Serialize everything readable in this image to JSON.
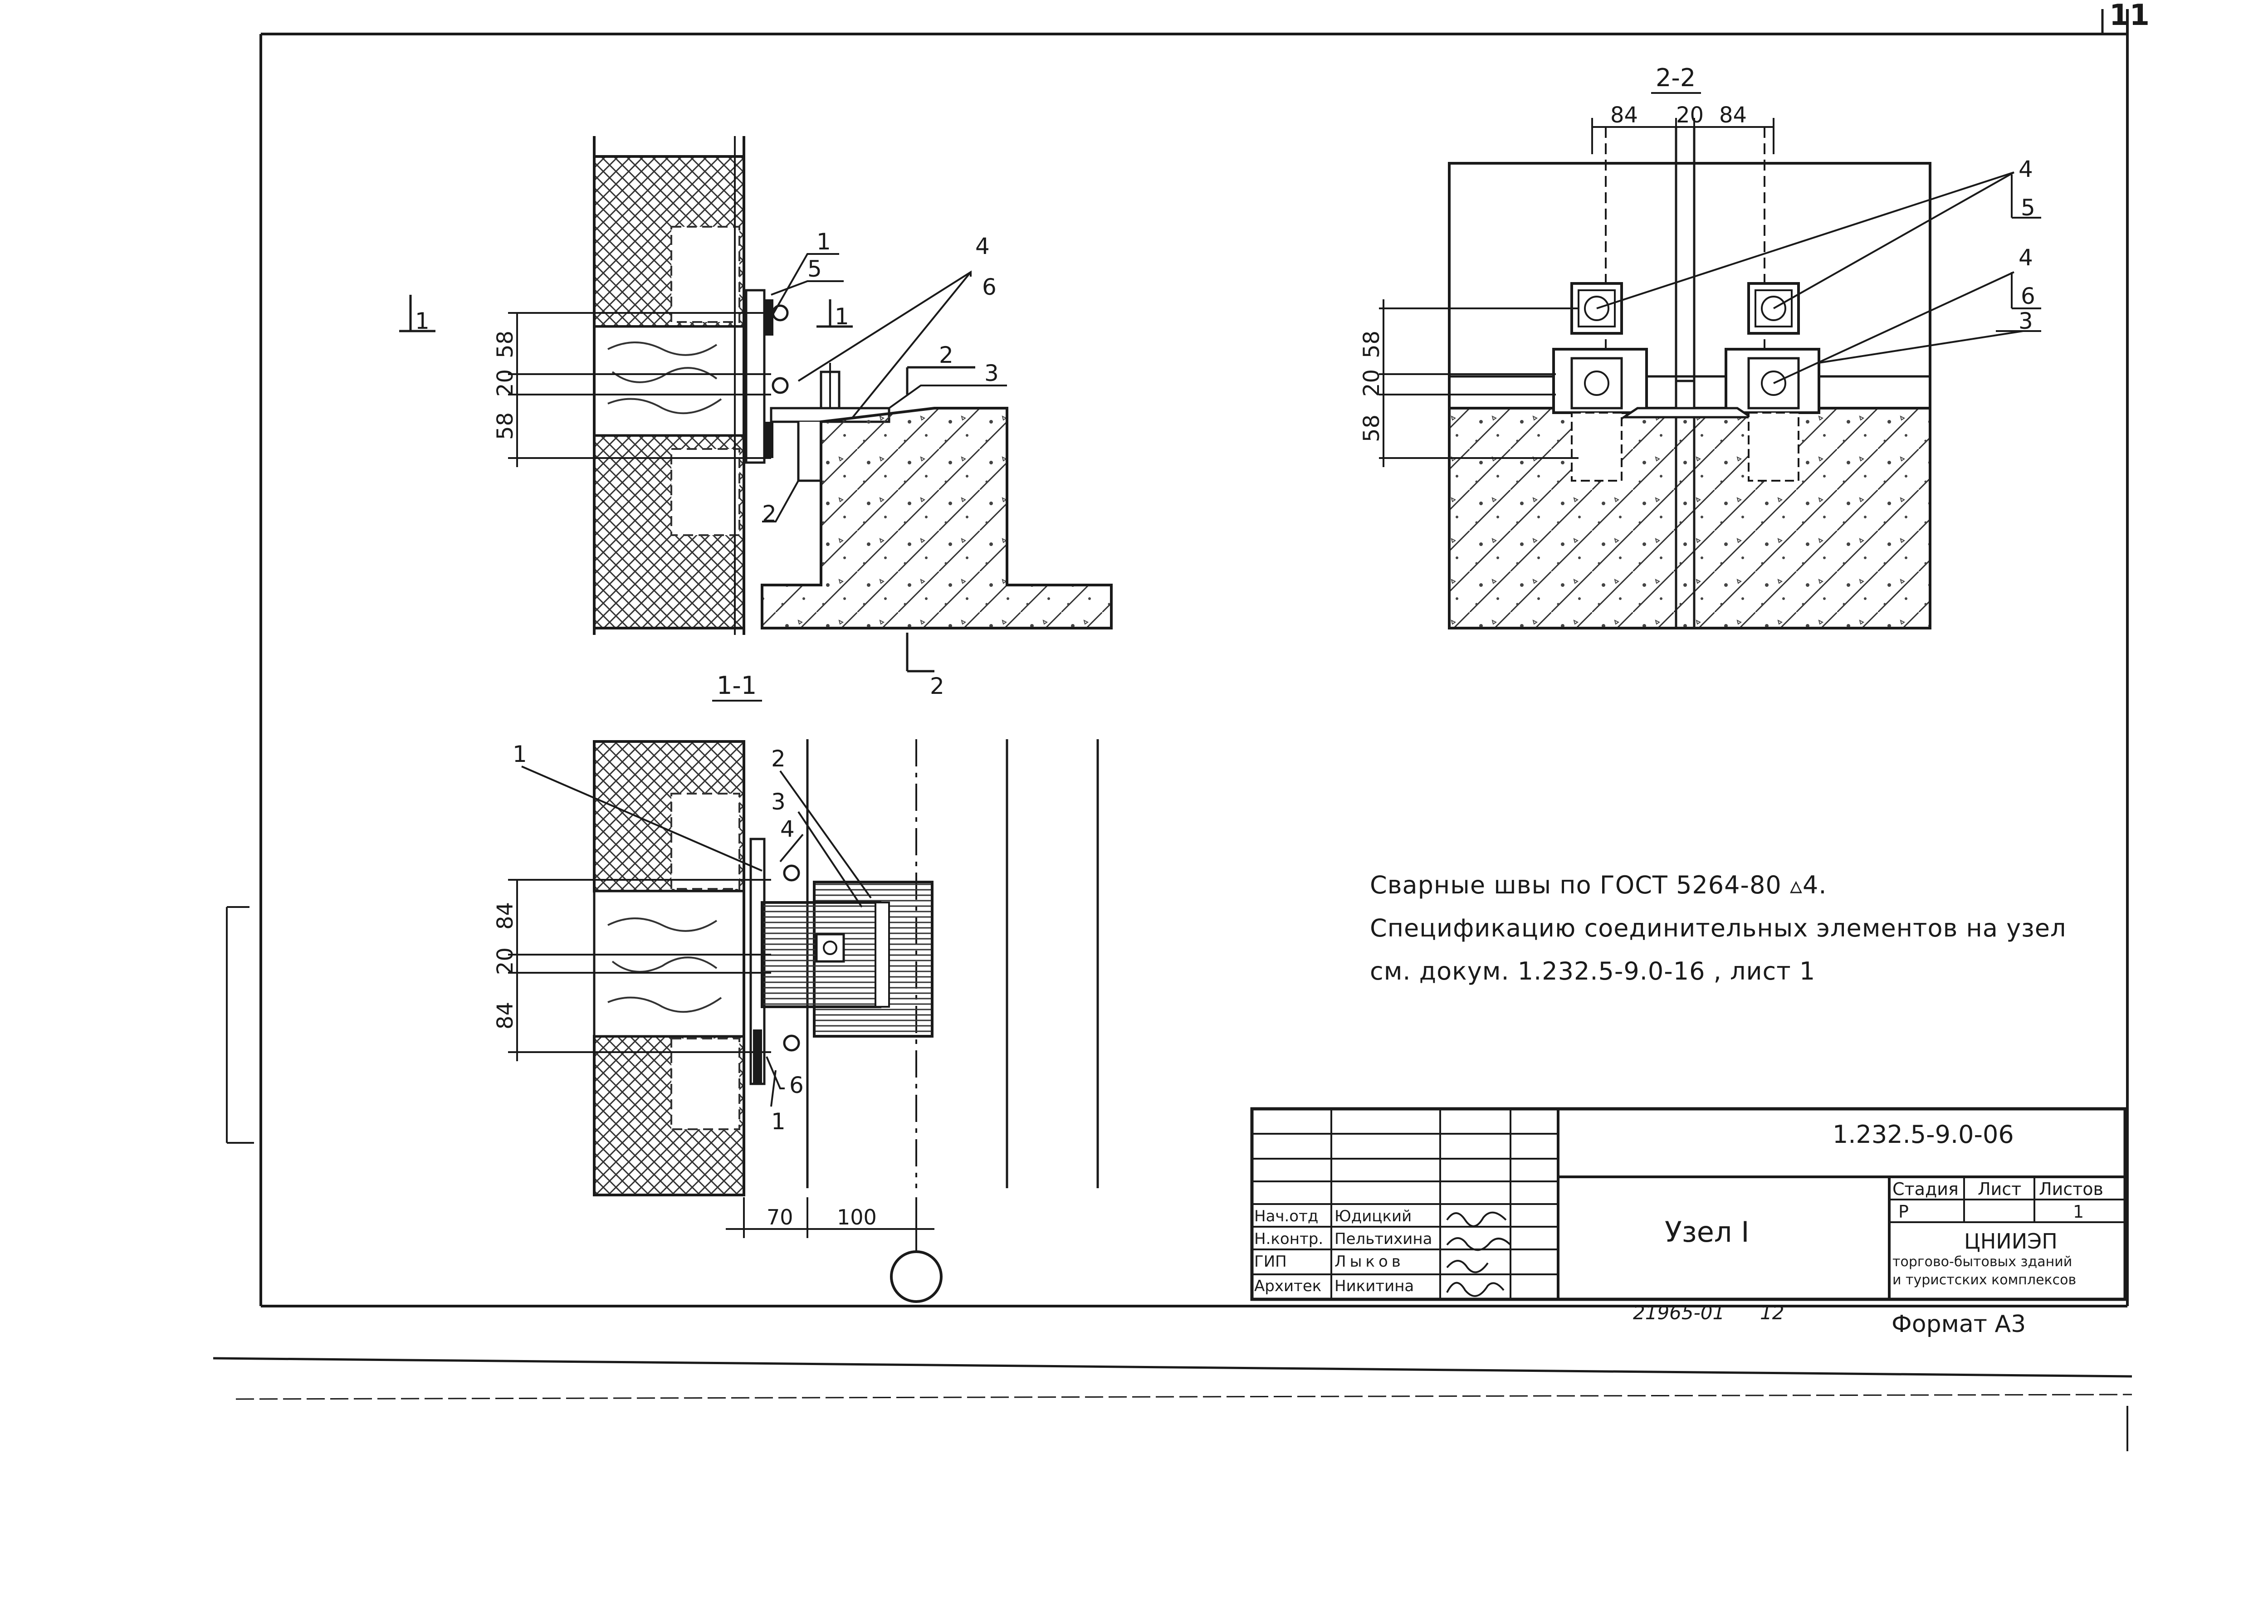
{
  "sheet_number": "11",
  "sections": {
    "left_top_arrow": "1",
    "cut_1_top": "1",
    "cut_2_top": "2",
    "cut_2_bottom": "2",
    "section_1_1": "1-1",
    "section_2_2": "2-2"
  },
  "dimensions": {
    "left_a": "58",
    "left_b": "20",
    "left_c": "58",
    "bottom_a": "84",
    "bottom_b": "20",
    "bottom_c": "84",
    "bottom_width_1": "70",
    "bottom_width_2": "100",
    "right_top_1": "84",
    "right_top_2": "20",
    "right_top_3": "84",
    "right_a": "58",
    "right_b": "20",
    "right_c": "58"
  },
  "callouts": {
    "tl_1": "1",
    "tl_5": "5",
    "tl_4": "4",
    "tl_6": "6",
    "tl_3": "3",
    "tl_2": "2",
    "b_1": "1",
    "b_2": "2",
    "b_3": "3",
    "b_4": "4",
    "b_6": "6",
    "b_1b": "1",
    "r_4a": "4",
    "r_5": "5",
    "r_4b": "4",
    "r_6": "6",
    "r_3": "3"
  },
  "notes": {
    "line1": "Сварные швы по ГОСТ 5264-80 ▵4.",
    "line2": "Спецификацию соединительных элементов на узел",
    "line3": "см. докум. 1.232.5-9.0-16 , лист 1"
  },
  "title_block": {
    "doc_code": "1.232.5-9.0-06",
    "title": "Узел I",
    "stage_header": "Стадия",
    "sheet_header": "Лист",
    "sheets_header": "Листов",
    "stage_value": "Р",
    "sheets_value": "1",
    "org_name": "ЦНИИЭП",
    "org_line2": "торгово-бытовых зданий",
    "org_line3": "и туристских комплексов",
    "roles": [
      {
        "role": "Нач.отд",
        "name": "Юдицкий"
      },
      {
        "role": "Н.контр.",
        "name": "Пельтихина"
      },
      {
        "role": "ГИП",
        "name": "Лыков"
      },
      {
        "role": "Архитек",
        "name": "Никитина"
      }
    ],
    "archive_number": "21965-01",
    "archive_page": "12",
    "format": "Формат А3"
  }
}
